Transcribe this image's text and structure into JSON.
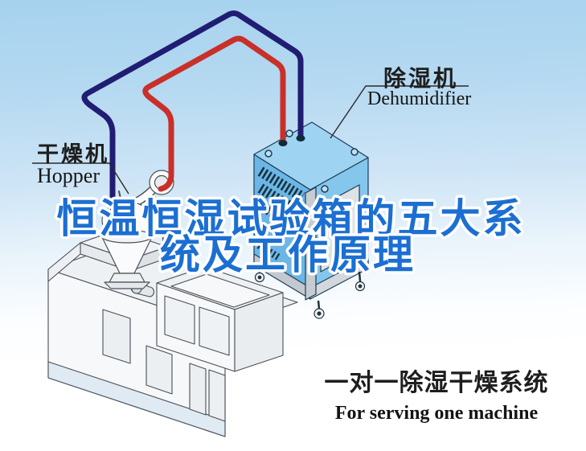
{
  "illustration": {
    "title": {
      "line1": "恒温恒湿试验箱的五大系",
      "line2": "统及工作原理",
      "color": "#1c6fd2",
      "outline_color": "#ffffff"
    },
    "callouts": {
      "hopper": {
        "zh": "干燥机",
        "en": "Hopper"
      },
      "dehumidifier": {
        "zh": "除湿机",
        "en": "Dehumidifier"
      }
    },
    "caption": {
      "zh": "一对一除湿干燥系统",
      "en": "For serving one machine"
    },
    "figures": [
      {
        "name": "dehumidifier-unit",
        "color": "#6cb6e5"
      },
      {
        "name": "hopper-dryer",
        "color": "#fafbfc"
      },
      {
        "name": "injection-molding-machine",
        "color": "#f5f7f9"
      },
      {
        "name": "dry-air-pipe",
        "color": "#c93029"
      },
      {
        "name": "return-air-pipe",
        "color": "#201d73"
      }
    ],
    "background": {
      "sky_top": "#a6d2ee",
      "bottom": "#ffffff"
    }
  }
}
